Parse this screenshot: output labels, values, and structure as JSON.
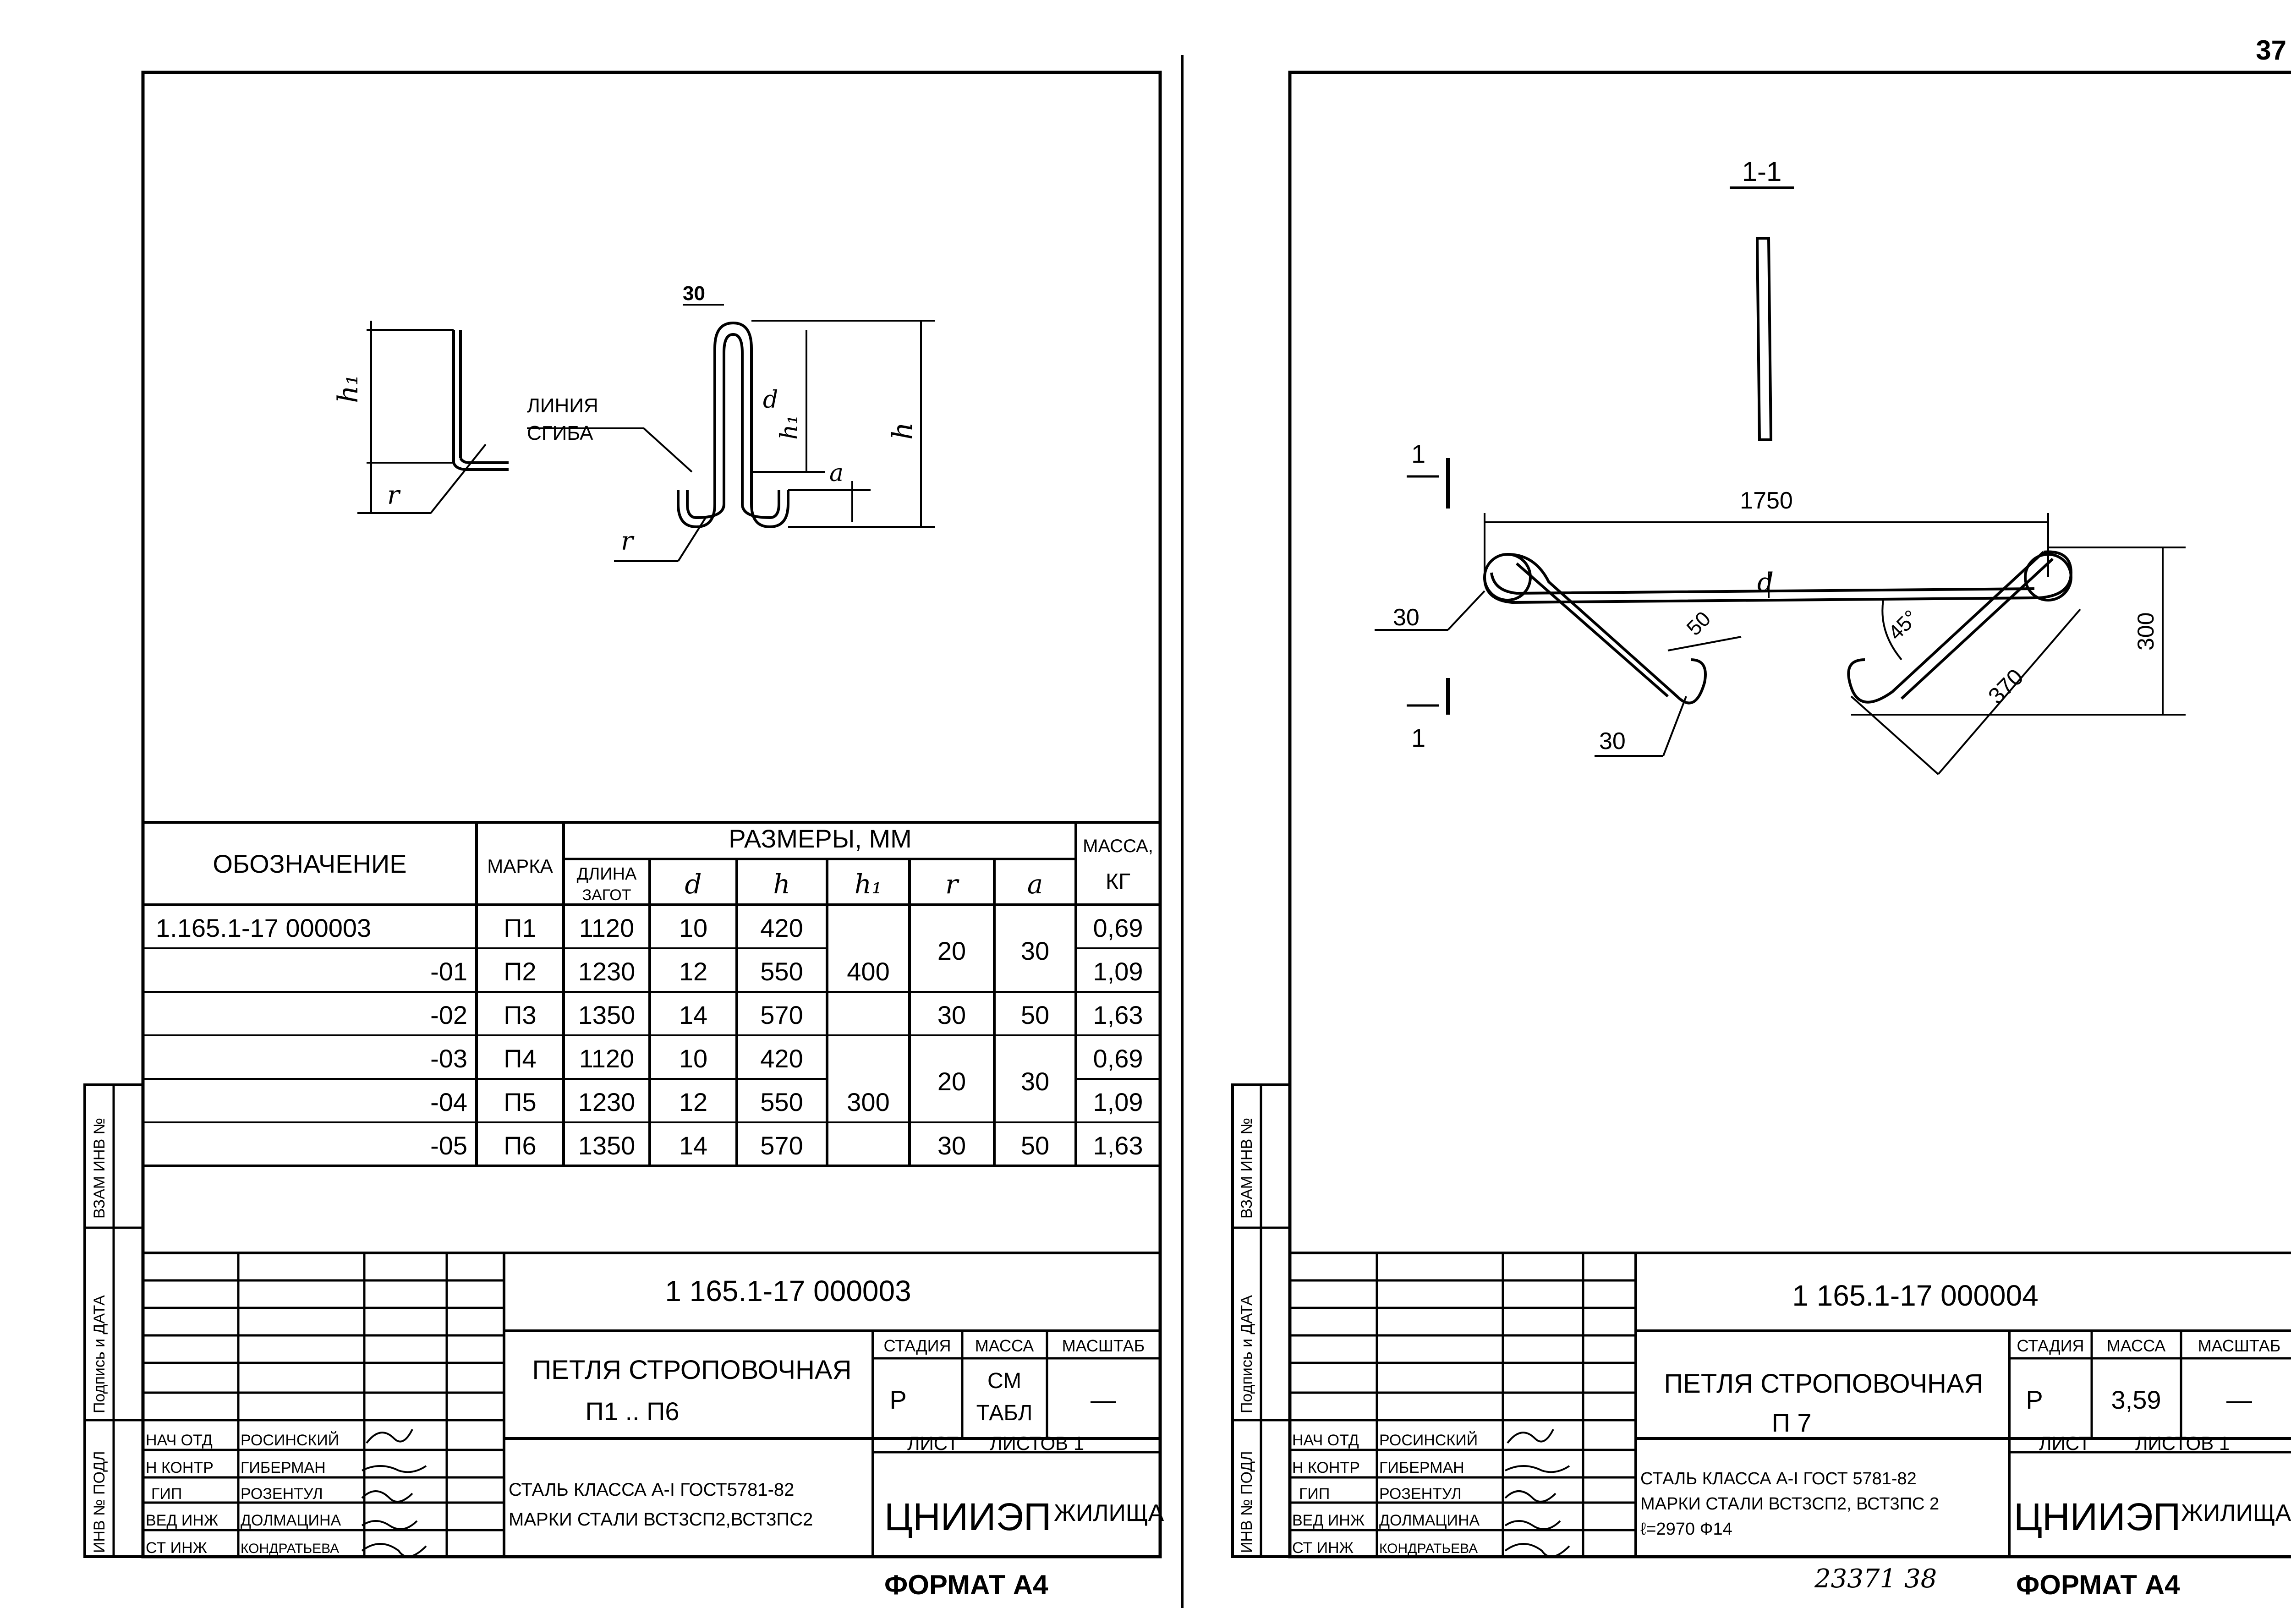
{
  "page_number": "37",
  "divider": "|",
  "left_sheet": {
    "drawing": {
      "label_h1": "h₁",
      "label_r": "r",
      "label_30": "30",
      "label_bend_line_1": "ЛИНИЯ",
      "label_bend_line_2": "СГИБА",
      "label_d": "d",
      "label_h1_inner": "h₁",
      "label_a": "a",
      "label_h": "h",
      "label_r2": "r"
    },
    "table": {
      "header_designation": "ОБОЗНАЧЕНИЕ",
      "header_mark": "МАРКА",
      "header_sizes": "РАЗМЕРЫ, ММ",
      "header_mass_1": "МАССА,",
      "header_mass_2": "КГ",
      "sub_length_1": "ДЛИНА",
      "sub_length_2": "ЗАГОТ",
      "sub_d": "d",
      "sub_h": "h",
      "sub_h1": "h₁",
      "sub_r": "r",
      "sub_a": "a",
      "rows": [
        {
          "designation": "1.165.1-17 000003",
          "mark": "П1",
          "length": "1120",
          "d": "10",
          "h": "420",
          "mass": "0,69"
        },
        {
          "designation": "-01",
          "mark": "П2",
          "length": "1230",
          "d": "12",
          "h": "550",
          "mass": "1,09"
        },
        {
          "designation": "-02",
          "mark": "П3",
          "length": "1350",
          "d": "14",
          "h": "570",
          "mass": "1,63"
        },
        {
          "designation": "-03",
          "mark": "П4",
          "length": "1120",
          "d": "10",
          "h": "420",
          "mass": "0,69"
        },
        {
          "designation": "-04",
          "mark": "П5",
          "length": "1230",
          "d": "12",
          "h": "550",
          "mass": "1,09"
        },
        {
          "designation": "-05",
          "mark": "П6",
          "length": "1350",
          "d": "14",
          "h": "570",
          "mass": "1,63"
        }
      ],
      "merged_h1_top": "400",
      "merged_h1_bottom": "300",
      "merged_r_1": "20",
      "merged_a_1": "30",
      "merged_r_2": "30",
      "merged_a_2": "50",
      "merged_r_3": "20",
      "merged_a_3": "30",
      "merged_r_4": "30",
      "merged_a_4": "50"
    },
    "side_labels": {
      "inv_zam": "ВЗАМ ИНВ №",
      "sign_date": "Подпись и ДАТА",
      "inv_podl": "ИНВ № ПОДЛ"
    },
    "title_block": {
      "code": "1 165.1-17 000003",
      "title_1": "ПЕТЛЯ СТРОПОВОЧНАЯ",
      "title_2": "П1 .. П6",
      "stage_h": "СТАДИЯ",
      "mass_h": "МАССА",
      "scale_h": "МАСШТАБ",
      "stage": "Р",
      "mass_1": "СМ",
      "mass_2": "ТАБЛ",
      "scale": "—",
      "sheet_h": "ЛИСТ",
      "sheets_h": "ЛИСТОВ 1",
      "material_1": "СТАЛЬ КЛАССА А-I ГОСТ5781-82",
      "material_2": "МАРКИ СТАЛИ ВСТ3СП2,ВСТ3ПС2",
      "org_big": "ЦНИИЭП",
      "org_small": "ЖИЛИЩА",
      "roles": [
        "НАЧ ОТД",
        "Н КОНТР",
        "ГИП",
        "ВЕД ИНЖ",
        "СТ ИНЖ"
      ],
      "names": [
        "РОСИНСКИЙ",
        "ГИБЕРМАН",
        "РОЗЕНТУЛ",
        "ДОЛМАЦИНА",
        "КОНДРАТЬЕВА"
      ]
    },
    "format": "ФОРМАТ А4"
  },
  "right_sheet": {
    "drawing": {
      "section": "1-1",
      "cut_1a": "1",
      "cut_1b": "1",
      "dim_1750": "1750",
      "dim_d": "d",
      "dim_30a": "30",
      "dim_50": "50",
      "dim_45": "45°",
      "dim_300": "300",
      "dim_370": "370",
      "dim_30b": "30"
    },
    "side_labels": {
      "inv_zam": "ВЗАМ ИНВ №",
      "sign_date": "Подпись и ДАТА",
      "inv_podl": "ИНВ № ПОДЛ"
    },
    "title_block": {
      "code": "1 165.1-17 000004",
      "title_1": "ПЕТЛЯ СТРОПОВОЧНАЯ",
      "title_2": "П 7",
      "stage_h": "СТАДИЯ",
      "mass_h": "МАССА",
      "scale_h": "МАСШТАБ",
      "stage": "Р",
      "mass": "3,59",
      "scale": "—",
      "sheet_h": "ЛИСТ",
      "sheets_h": "ЛИСТОВ 1",
      "material_1": "СТАЛЬ КЛАССА А-I ГОСТ 5781-82",
      "material_2": "МАРКИ СТАЛИ ВСТ3СП2, ВСТ3ПС 2",
      "material_3": "ℓ=2970 Ф14",
      "org_big": "ЦНИИЭП",
      "org_small": "ЖИЛИЩА",
      "roles": [
        "НАЧ ОТД",
        "Н КОНТР",
        "ГИП",
        "ВЕД ИНЖ",
        "СТ ИНЖ"
      ],
      "names": [
        "РОСИНСКИЙ",
        "ГИБЕРМАН",
        "РОЗЕНТУЛ",
        "ДОЛМАЦИНА",
        "КОНДРАТЬЕВА"
      ]
    },
    "stamp_number": "23371 38",
    "format": "ФОРМАТ А4"
  }
}
